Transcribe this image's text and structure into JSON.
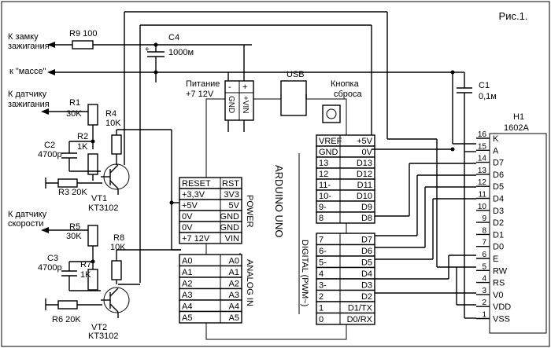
{
  "figure_title": "Рис.1.",
  "labels": {
    "ignition_lock": [
      "К замку",
      "зажигания"
    ],
    "ground": "к \"массе\"",
    "ignition_sensor": [
      "К датчику",
      "зажигания"
    ],
    "speed_sensor": [
      "К датчику",
      "скорости"
    ],
    "power": [
      "Питание",
      "+7  12V"
    ],
    "usb": "USB",
    "reset_button": [
      "Кнопка",
      "сброса"
    ]
  },
  "components": {
    "r9": "R9 100",
    "c4": [
      "C4",
      "1000м"
    ],
    "c1": [
      "C1",
      "0,1м"
    ],
    "r1": [
      "R1",
      "30K"
    ],
    "r2": [
      "R2",
      "1K"
    ],
    "r4": [
      "R4",
      "10K"
    ],
    "c2": [
      "C2",
      "4700p"
    ],
    "r3": "R3 20K",
    "vt1": [
      "VT1",
      "KT3102"
    ],
    "r5": [
      "R5",
      "30K"
    ],
    "r7": [
      "R7",
      "1K"
    ],
    "r8": [
      "R8",
      "10K"
    ],
    "c3": [
      "C3",
      "4700p"
    ],
    "r6": "R6 20K",
    "vt2": [
      "VT2",
      "KT3102"
    ],
    "plus_sign": "+"
  },
  "power_connector": {
    "minus": "-",
    "plus": "+",
    "gnd": "GND",
    "vin": "+VIN"
  },
  "arduino": {
    "name": "ARDUINO UNO",
    "power_section": "POWER",
    "analog_section": "ANALOG IN",
    "digital_section": "DIGITAL (PWM~)",
    "power_pins": [
      [
        "RESET",
        "RST"
      ],
      [
        "+3,3V",
        "3V3"
      ],
      [
        "+5V",
        "5V"
      ],
      [
        "0V",
        "GND"
      ],
      [
        "0V",
        "GND"
      ],
      [
        "+7  12V",
        "VIN"
      ]
    ],
    "analog_pins": [
      [
        "A0",
        "A0"
      ],
      [
        "A1",
        "A1"
      ],
      [
        "A2",
        "A2"
      ],
      [
        "A3",
        "A3"
      ],
      [
        "A4",
        "A4"
      ],
      [
        "A5",
        "A5"
      ]
    ],
    "digital_top": [
      [
        "VREF",
        "+5V"
      ],
      [
        "GND",
        "0V"
      ],
      [
        "13",
        "D13"
      ],
      [
        "12",
        "D12"
      ],
      [
        "11-",
        "D11"
      ],
      [
        "10-",
        "D10"
      ],
      [
        "9-",
        "D9"
      ],
      [
        "8",
        "D8"
      ]
    ],
    "digital_bottom": [
      [
        "7",
        "D7"
      ],
      [
        "6-",
        "D6"
      ],
      [
        "5-",
        "D5"
      ],
      [
        "4",
        "D4"
      ],
      [
        "3-",
        "D3"
      ],
      [
        "2",
        "D2"
      ],
      [
        "1",
        "D1/TX"
      ],
      [
        "0",
        "D0/RX"
      ]
    ]
  },
  "lcd": {
    "name": [
      "H1",
      "1602A"
    ],
    "pins": [
      [
        "16",
        "K"
      ],
      [
        "15",
        "A"
      ],
      [
        "14",
        "D7"
      ],
      [
        "13",
        "D6"
      ],
      [
        "12",
        "D5"
      ],
      [
        "11",
        "D4"
      ],
      [
        "10",
        "D3"
      ],
      [
        "9",
        "D2"
      ],
      [
        "8",
        "D1"
      ],
      [
        "7",
        "D0"
      ],
      [
        "6",
        "E"
      ],
      [
        "5",
        "RW"
      ],
      [
        "4",
        "RS"
      ],
      [
        "3",
        "V0"
      ],
      [
        "2",
        "VDD"
      ],
      [
        "1",
        "VSS"
      ]
    ]
  }
}
